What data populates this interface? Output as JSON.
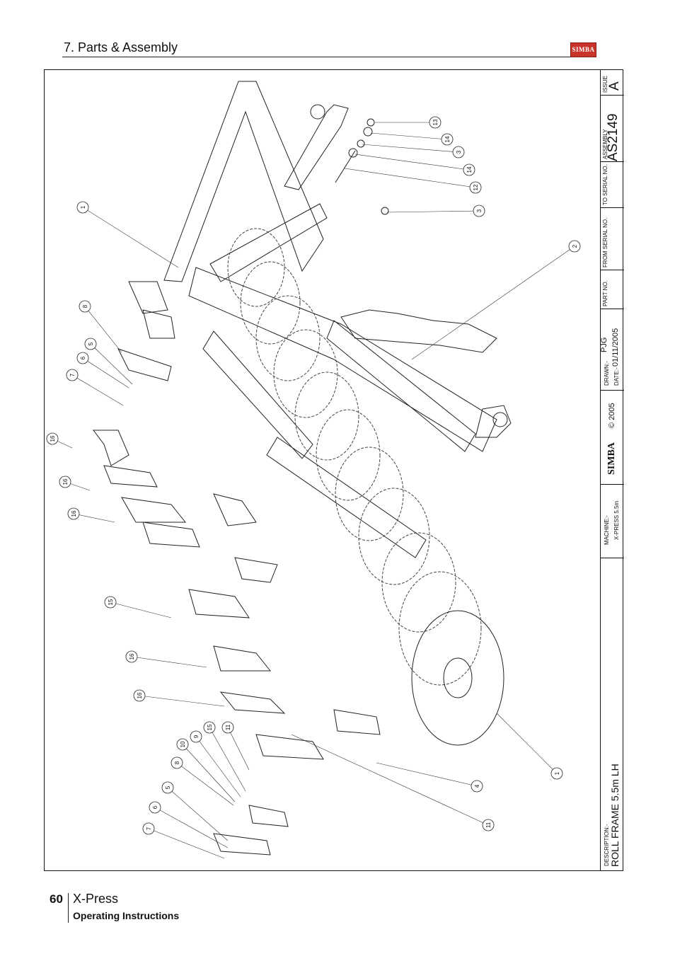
{
  "header": {
    "section_title": "7. Parts & Assembly",
    "logo_text": "SIMBA"
  },
  "title_block": {
    "issue_label": "ISSUE",
    "issue_value": "A",
    "assembly_label": "ASSEMBLY",
    "assembly_value": "AS2149",
    "to_serial_label": "TO SERIAL NO.",
    "from_serial_label": "FROM SERIAL NO.",
    "part_no_label": "PART NO.",
    "drawn_label": "DRAWN:-",
    "drawn_value": "PJG",
    "date_label": "DATE:-",
    "date_value": "01/11/2005",
    "brand": "SIMBA",
    "copyright": "© 2005",
    "machine_label": "MACHINE:-",
    "machine_value": "X-PRESS 5.5m",
    "description_label": "DESCRIPTION:-",
    "description_value": "ROLL FRAME 5.5m LH"
  },
  "callouts": [
    "13",
    "14",
    "3",
    "14",
    "12",
    "3",
    "2",
    "1",
    "8",
    "5",
    "6",
    "7",
    "16",
    "16",
    "16",
    "15",
    "16",
    "16",
    "11",
    "15",
    "9",
    "10",
    "8",
    "5",
    "6",
    "7",
    "4",
    "11",
    "1"
  ],
  "footer": {
    "page_number": "60",
    "title": "X-Press",
    "subtitle": "Operating Instructions"
  },
  "colors": {
    "line": "#222222",
    "logo_red": "#c8342c"
  }
}
